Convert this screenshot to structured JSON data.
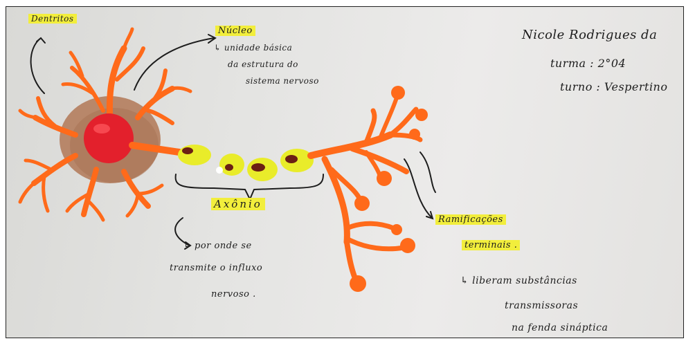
{
  "labels": {
    "dendrites": "Dentritos",
    "nucleus_title": "Núcleo",
    "nucleus_line1": "↳ unidade básica",
    "nucleus_line2": "da estrutura do",
    "nucleus_line3": "sistema nervoso",
    "name": "Nicole Rodrigues da",
    "class_line": "turma : 2°04",
    "shift_line": "turno : Vespertino",
    "axon": "Axônio",
    "axon_desc1": "↳ por onde se",
    "axon_desc2": "transmite o influxo",
    "axon_desc3": "nervoso .",
    "terminals_title1": "Ramificações",
    "terminals_title2": "terminais .",
    "terminals_desc1": "↳ liberam substâncias",
    "terminals_desc2": "transmissoras",
    "terminals_desc3": "na fenda sináptica"
  },
  "colors": {
    "background": "#e6e6e4",
    "cell_body": "#b8876a",
    "nucleus": "#e3202c",
    "dendrites": "#ff6a1a",
    "myelin": "#e9ec2a",
    "node_spots": "#6b1f14",
    "highlighter": "#f2ee3c",
    "ink": "#1d1d1d"
  }
}
